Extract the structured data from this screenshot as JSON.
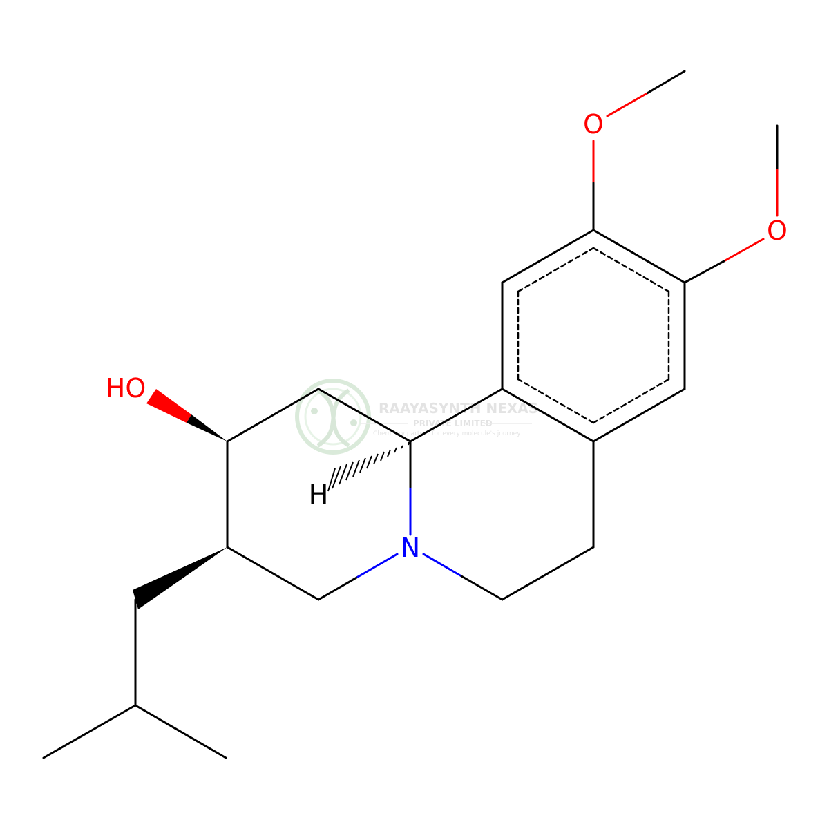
{
  "structure": {
    "atom_labels": {
      "methoxy_o_top": "O",
      "methoxy_o_right": "O",
      "hydroxyl": "HO",
      "nitrogen": "N",
      "stereo_h": "H"
    },
    "colors": {
      "bond": "#000000",
      "oxygen": "#ff0000",
      "nitrogen": "#0000ff",
      "background": "#ffffff"
    }
  },
  "watermark": {
    "company": "RAAYASYNTH NEXAS",
    "subtitle": "PRIVATE LIMITED",
    "tagline": "Chemistry partner for every molecule's journey",
    "logo_icon": "dna-helix-icon"
  }
}
